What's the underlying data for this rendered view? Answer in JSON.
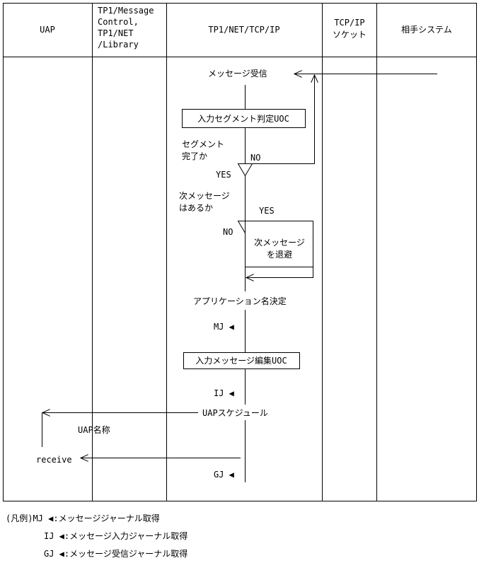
{
  "columns": {
    "uap": "UAP",
    "library": [
      "TP1/Message",
      "Control,",
      "TP1/NET",
      "/Library"
    ],
    "tcpnet": "TP1/NET/TCP/IP",
    "socket": [
      "TCP/IP",
      "ソケット"
    ],
    "remote": "相手システム"
  },
  "flow": {
    "receive_msg": "メッセージ受信",
    "uoc_segment": "入力セグメント判定UOC",
    "q_segment": [
      "セグメント",
      "完了か"
    ],
    "no1": "NO",
    "yes1": "YES",
    "q_next": [
      "次メッセージ",
      "はあるか"
    ],
    "yes2": "YES",
    "no2": "NO",
    "save_next": [
      "次メッセージ",
      "を退避"
    ],
    "app_name": "アプリケーション名決定",
    "mj": "MJ ◀",
    "uoc_edit": "入力メッセージ編集UOC",
    "ij": "IJ ◀",
    "uap_schedule": "UAPスケジュール",
    "uap_name": "UAP名称",
    "receive": "receive",
    "gj": "GJ ◀"
  },
  "legend": {
    "prefix": "(凡例)",
    "mj_key": "MJ ◀",
    "mj_desc": ":メッセージジャーナル取得",
    "ij_key": "IJ ◀",
    "ij_desc": ":メッセージ入力ジャーナル取得",
    "gj_key": "GJ ◀",
    "gj_desc": ":メッセージ受信ジャーナル取得"
  }
}
